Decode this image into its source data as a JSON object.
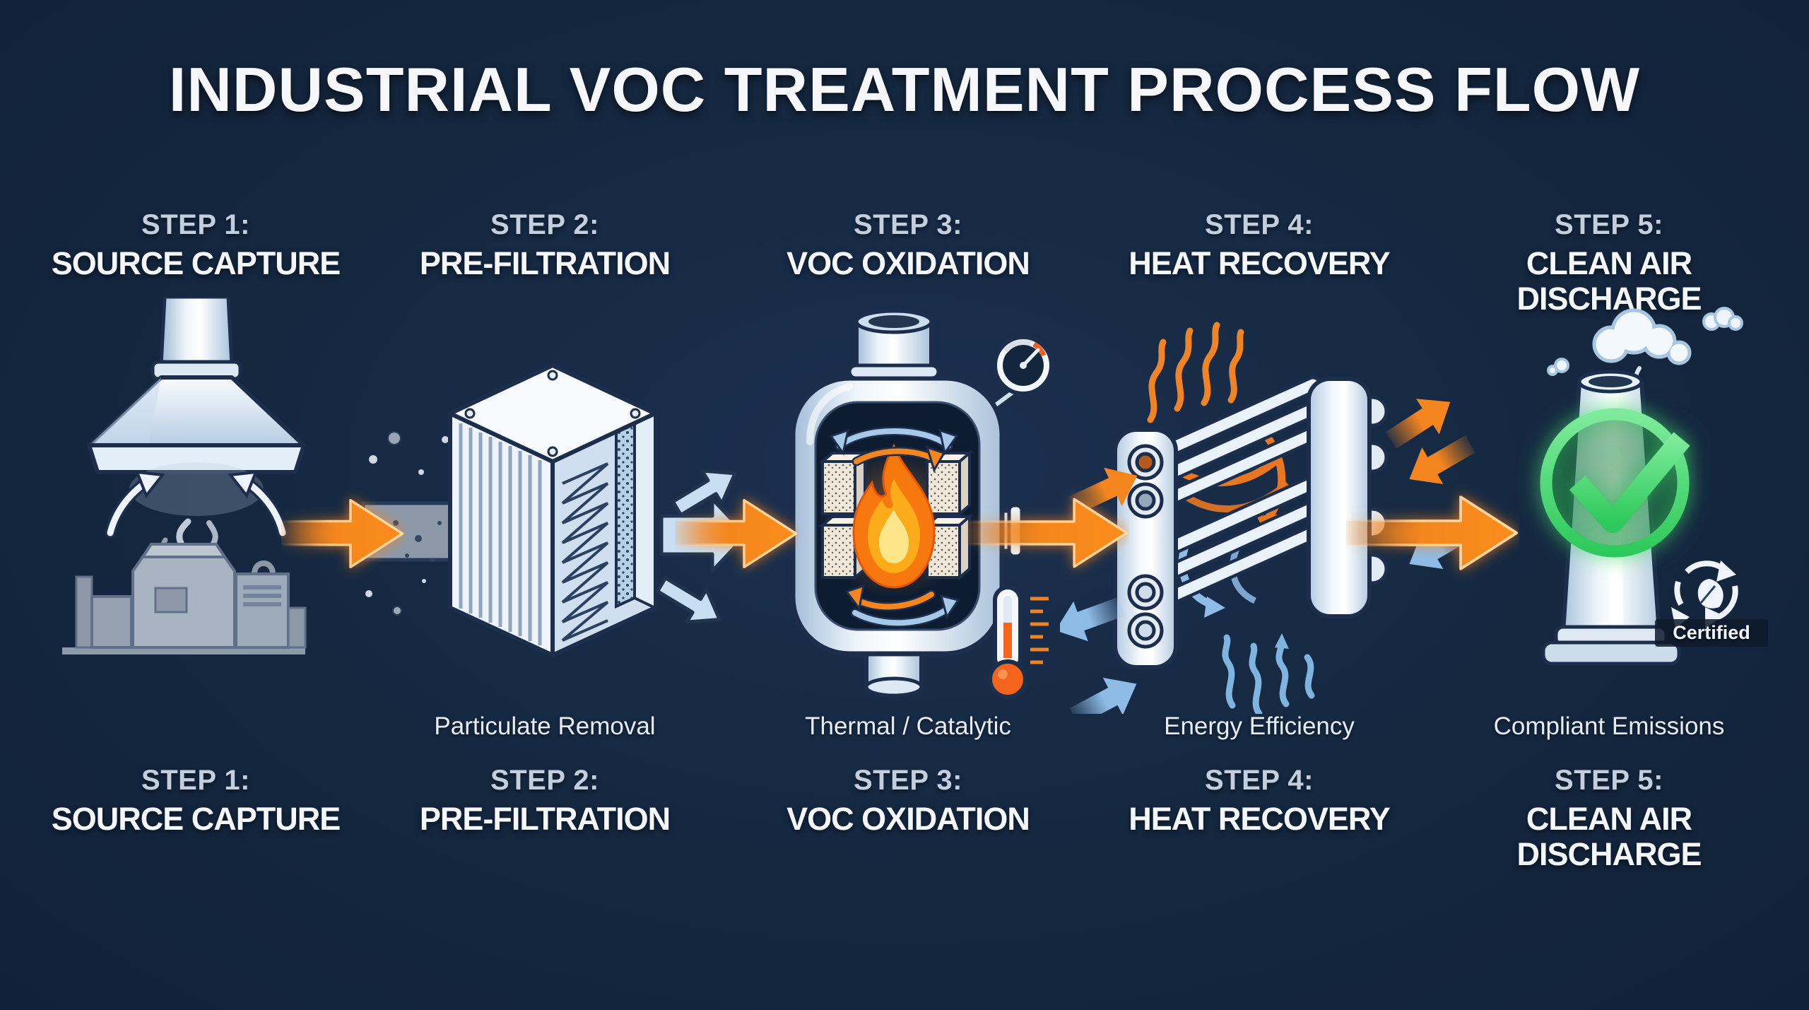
{
  "title": "INDUSTRIAL VOC TREATMENT PROCESS FLOW",
  "steps": [
    {
      "step_label": "STEP 1:",
      "title": "SOURCE CAPTURE",
      "icon": "source-capture-icon"
    },
    {
      "step_label": "STEP 2:",
      "title": "PRE-FILTRATION",
      "sublabel": "Particulate Removal",
      "icon": "filter-box-icon"
    },
    {
      "step_label": "STEP 3:",
      "title": "VOC OXIDATION",
      "sublabel": "Thermal / Catalytic",
      "icon": "oxidizer-vessel-icon"
    },
    {
      "step_label": "STEP 4:",
      "title": "HEAT RECOVERY",
      "sublabel": "Energy Efficiency",
      "icon": "heat-exchanger-icon"
    },
    {
      "step_label": "STEP 5:",
      "title": "CLEAN AIR DISCHARGE",
      "sublabel": "Compliant Emissions",
      "icon": "clean-stack-icon",
      "badge": "Certified"
    }
  ],
  "flow_arrows": [
    {
      "from": "STEP 1",
      "to": "STEP 2",
      "icon": "flow-arrow-icon"
    },
    {
      "from": "STEP 2",
      "to": "STEP 3",
      "icon": "flow-arrow-icon"
    },
    {
      "from": "STEP 3",
      "to": "STEP 4",
      "icon": "flow-arrow-icon"
    },
    {
      "from": "STEP 4",
      "to": "STEP 5",
      "icon": "flow-arrow-icon"
    }
  ],
  "colors": {
    "background": "#14263e",
    "flow_orange": "#f5861f",
    "arrow_outline": "#ffc987",
    "clean_blue": "#c8def2",
    "label_silver": "#c3cfde",
    "text_white": "#f4f7fa",
    "check_green": "#3fd868",
    "outline_navy": "#1c2e4c",
    "dirty_gray": "#8d99a9"
  }
}
